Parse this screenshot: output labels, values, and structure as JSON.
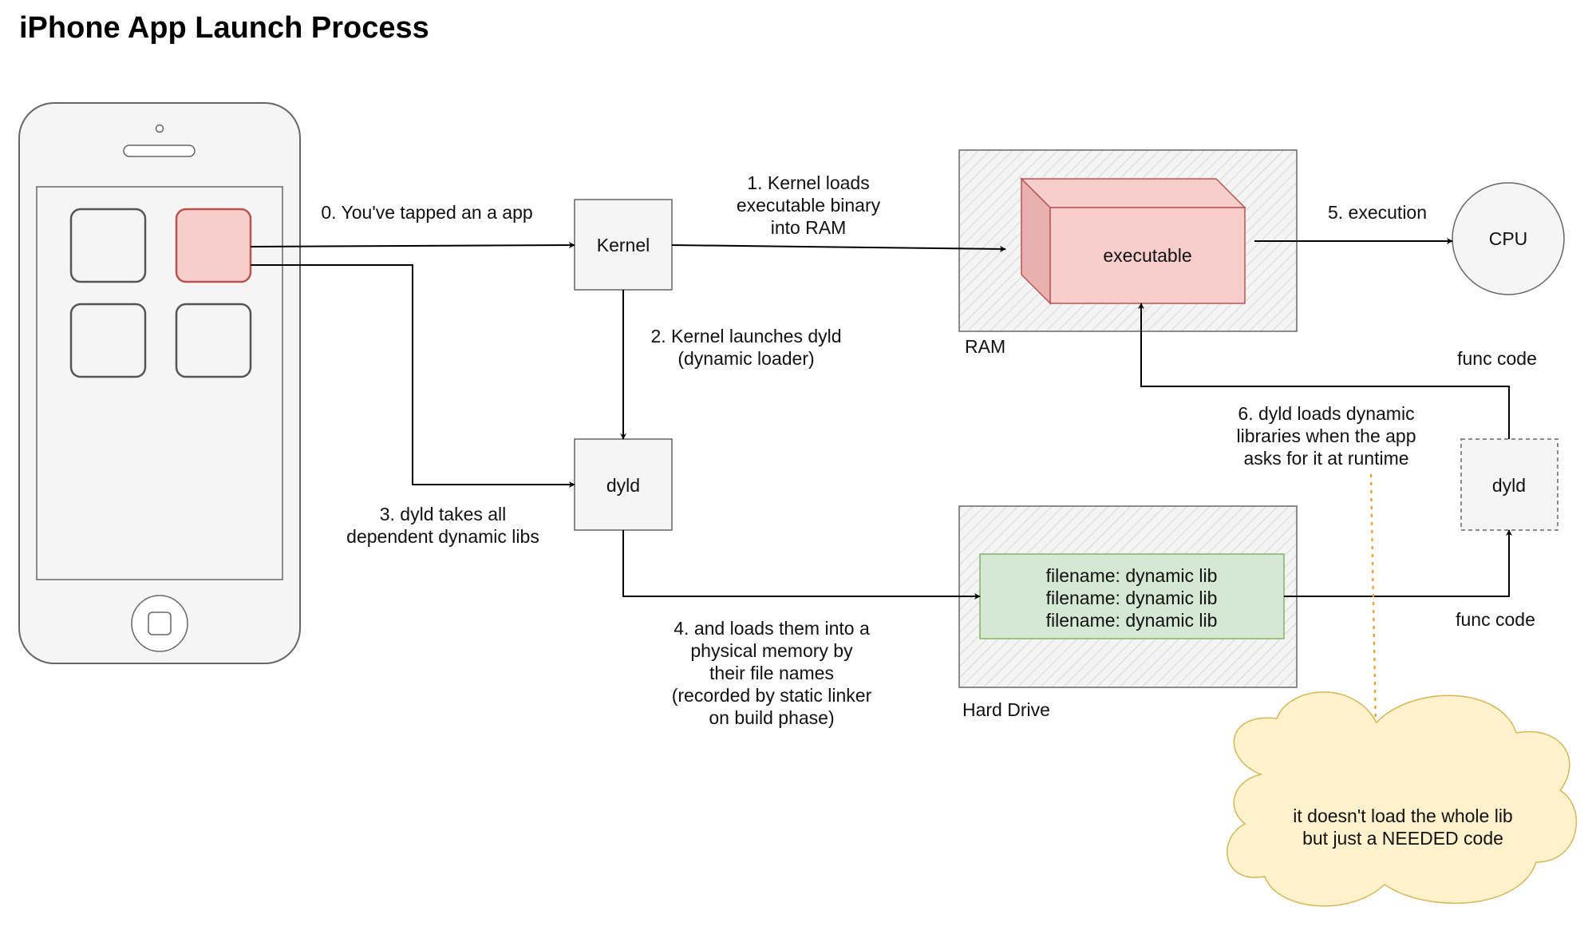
{
  "title": "iPhone App Launch Process",
  "nodes": {
    "kernel": "Kernel",
    "dyld_main": "dyld",
    "dyld_runtime": "dyld",
    "executable": "executable",
    "cpu": "CPU",
    "ram_label": "RAM",
    "hard_drive_label": "Hard Drive",
    "libs": [
      "filename: dynamic lib",
      "filename: dynamic lib",
      "filename: dynamic lib"
    ]
  },
  "labels": {
    "step0": [
      "0. You've tapped an a app"
    ],
    "step1": [
      "1. Kernel loads",
      "executable binary",
      "into RAM"
    ],
    "step2": [
      "2. Kernel launches dyld",
      "(dynamic loader)"
    ],
    "step3": [
      "3. dyld takes all",
      "dependent dynamic libs"
    ],
    "step4": [
      "4. and loads them into a",
      "physical memory by",
      "their file names",
      "(recorded by static linker",
      "on build phase)"
    ],
    "step5": [
      "5. execution"
    ],
    "step6": [
      "6. dyld loads dynamic",
      "libraries when the app",
      "asks for it at runtime"
    ],
    "func_code_top": [
      "func code"
    ],
    "func_code_bottom": [
      "func code"
    ],
    "note": [
      "it doesn't load the whole lib",
      "but just a NEEDED code"
    ]
  },
  "colors": {
    "app_highlight_fill": "#f8cecc",
    "app_highlight_stroke": "#b85450",
    "lib_fill": "#d5e8d4",
    "lib_stroke": "#82b366",
    "note_fill": "#fff2cc",
    "note_stroke": "#d6b656",
    "dotted_connector": "#f0a030",
    "box_fill": "#f5f5f5",
    "box_stroke": "#666666"
  }
}
